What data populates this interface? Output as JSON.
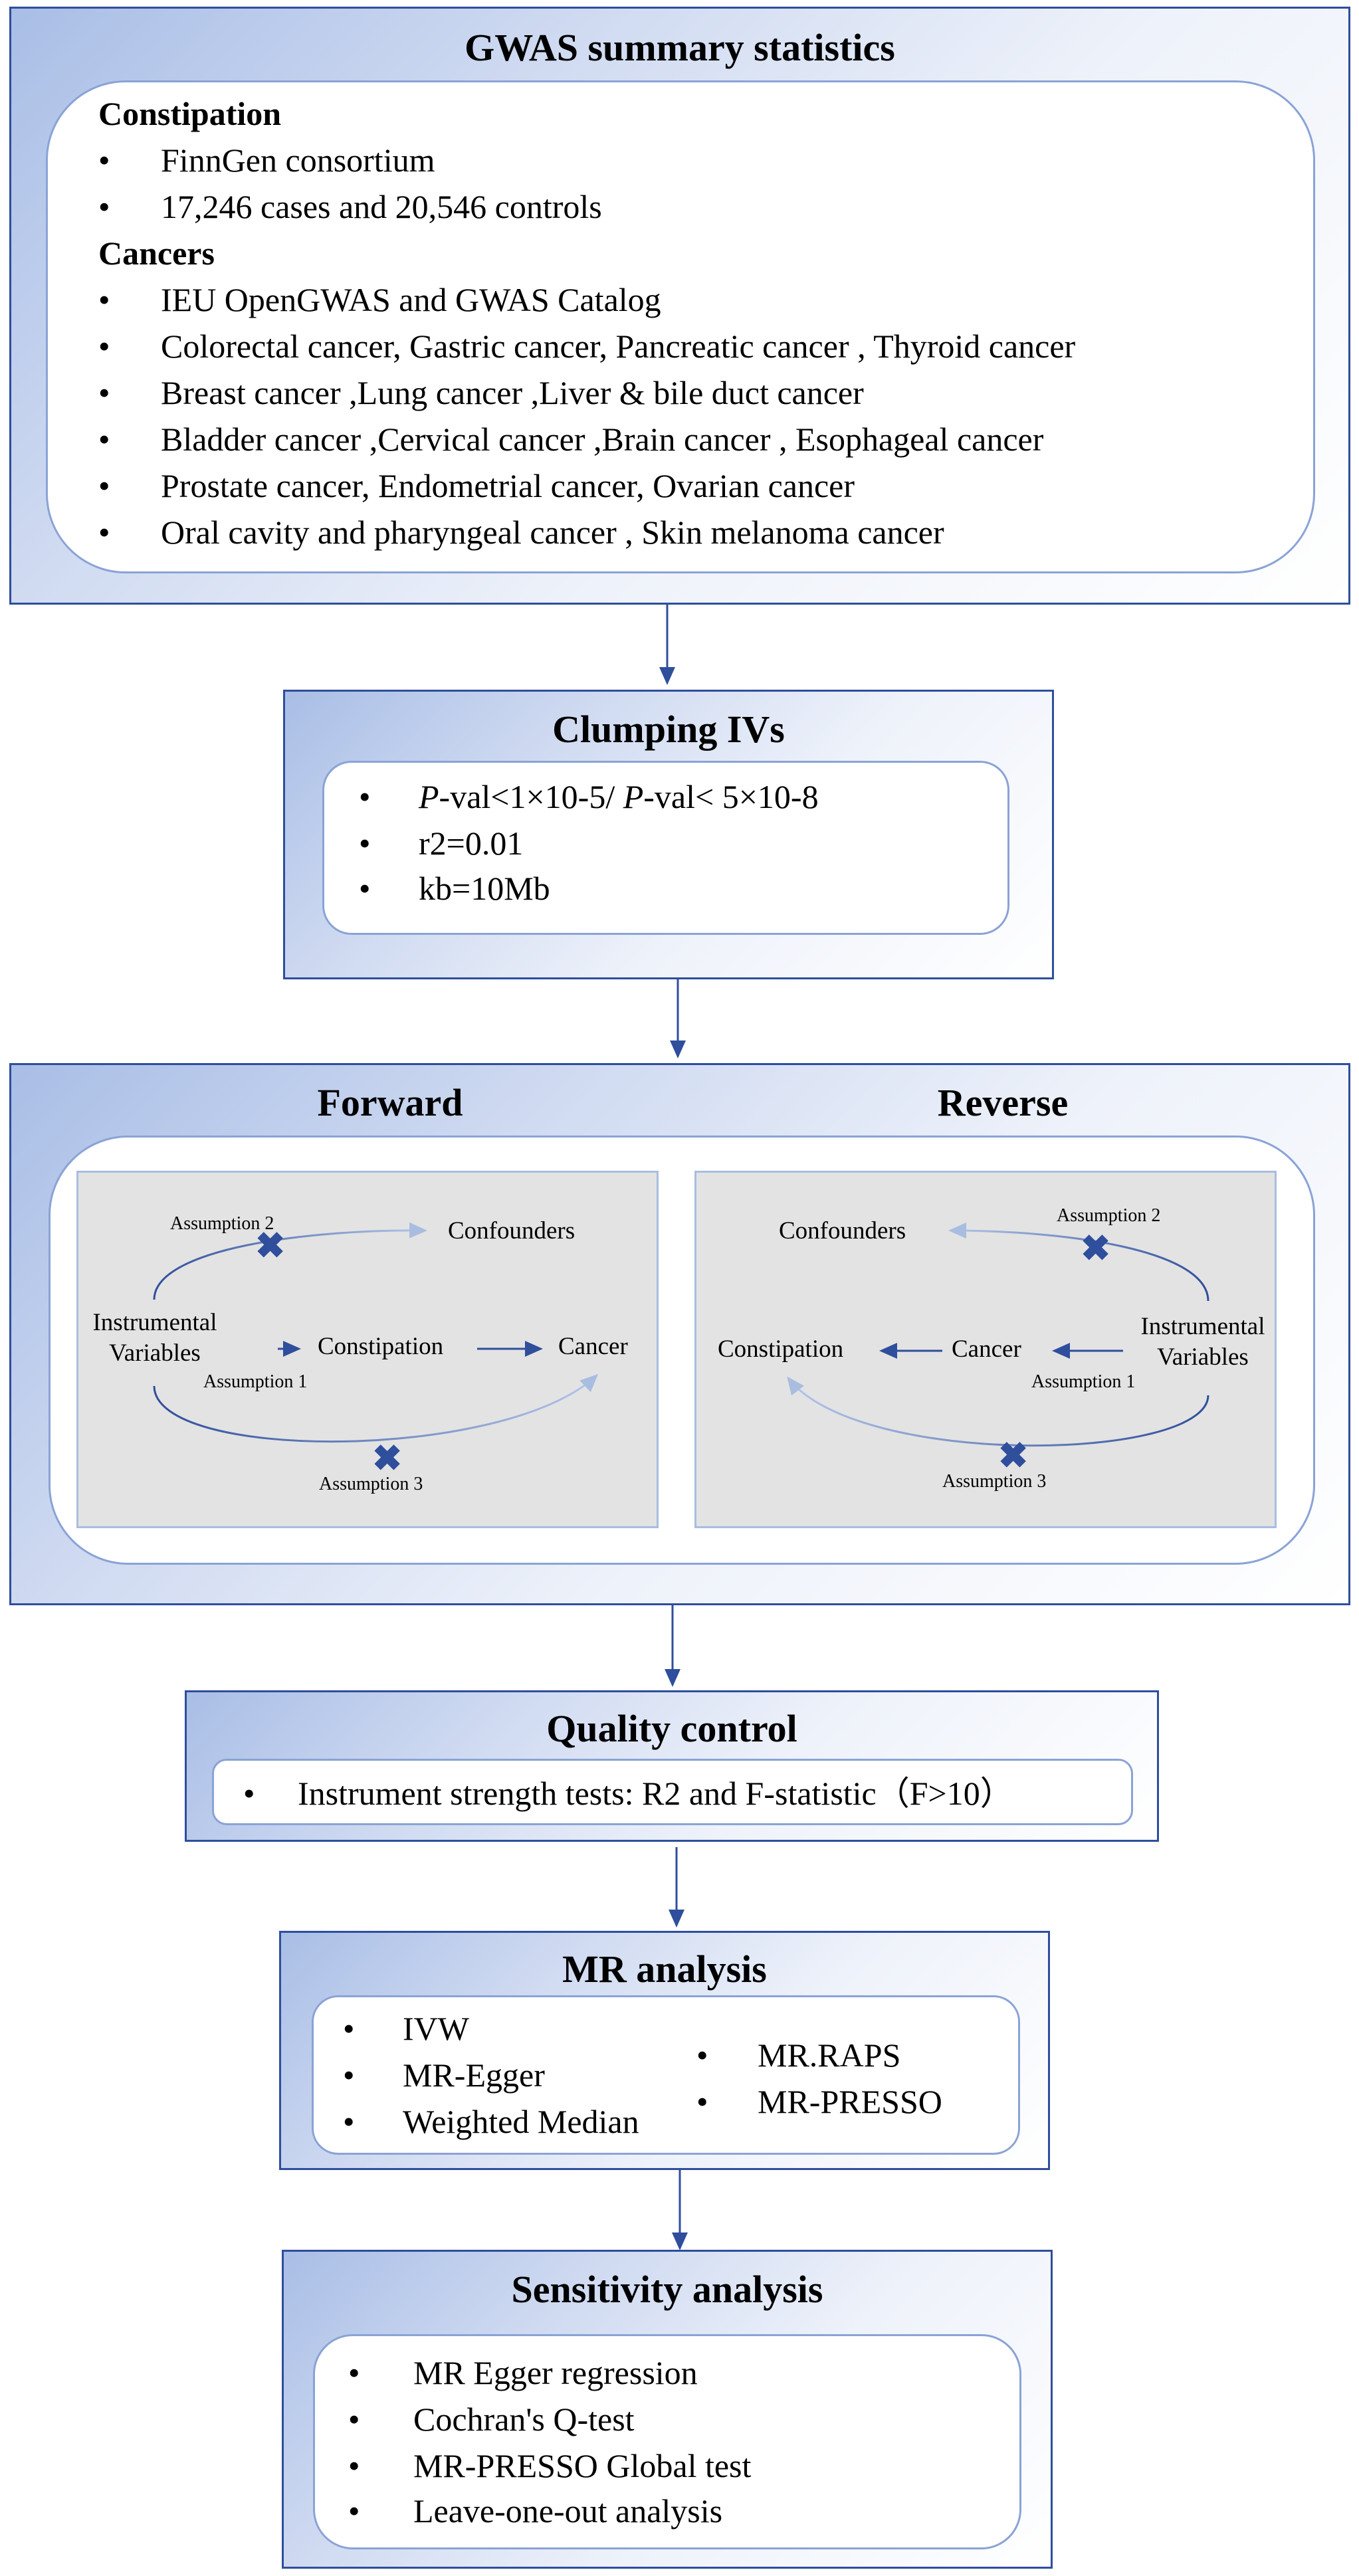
{
  "gwas": {
    "title": "GWAS summary statistics",
    "constipation_heading": "Constipation",
    "constipation_items": [
      "FinnGen consortium",
      "17,246 cases and 20,546 controls"
    ],
    "cancers_heading": "Cancers",
    "cancers_items": [
      "IEU OpenGWAS and GWAS Catalog",
      "Colorectal cancer, Gastric cancer, Pancreatic cancer , Thyroid cancer",
      "Breast cancer ,Lung cancer ,Liver & bile duct cancer",
      "Bladder cancer ,Cervical cancer ,Brain cancer , Esophageal cancer",
      "Prostate cancer, Endometrial cancer, Ovarian cancer",
      "Oral cavity and pharyngeal cancer , Skin melanoma cancer"
    ]
  },
  "clumping": {
    "title": "Clumping IVs",
    "p_italic_1": "P",
    "p_rest_1": "-val<1×10-5/ ",
    "p_italic_2": "P",
    "p_rest_2": "-val< 5×10-8",
    "items": [
      "r2=0.01",
      "kb=10Mb"
    ]
  },
  "mr_design": {
    "forward_title": "Forward",
    "reverse_title": "Reverse",
    "forward": {
      "instrumental_1": "Instrumental",
      "instrumental_2": "Variables",
      "constipation": "Constipation",
      "cancer": "Cancer",
      "confounders": "Confounders",
      "assumption_1": "Assumption 1",
      "assumption_2": "Assumption 2",
      "assumption_3": "Assumption 3"
    },
    "reverse": {
      "instrumental_1": "Instrumental",
      "instrumental_2": "Variables",
      "constipation": "Constipation",
      "cancer": "Cancer",
      "confounders": "Confounders",
      "assumption_1": "Assumption 1",
      "assumption_2": "Assumption 2",
      "assumption_3": "Assumption 3"
    },
    "x_mark": "✖"
  },
  "quality": {
    "title": "Quality control",
    "item": "Instrument strength tests: R2 and F-statistic（F>10）"
  },
  "mr_analysis": {
    "title": "MR analysis",
    "left_items": [
      "IVW",
      "MR-Egger",
      "Weighted Median"
    ],
    "right_items": [
      "MR.RAPS",
      "MR-PRESSO"
    ]
  },
  "sensitivity": {
    "title": "Sensitivity analysis",
    "items": [
      "MR Egger regression",
      "Cochran's Q-test",
      "MR-PRESSO Global test",
      "Leave-one-out analysis"
    ]
  },
  "bullet": "•",
  "colors": {
    "accent": "#2f4e9c",
    "light_arrow": "#a9bde0"
  }
}
